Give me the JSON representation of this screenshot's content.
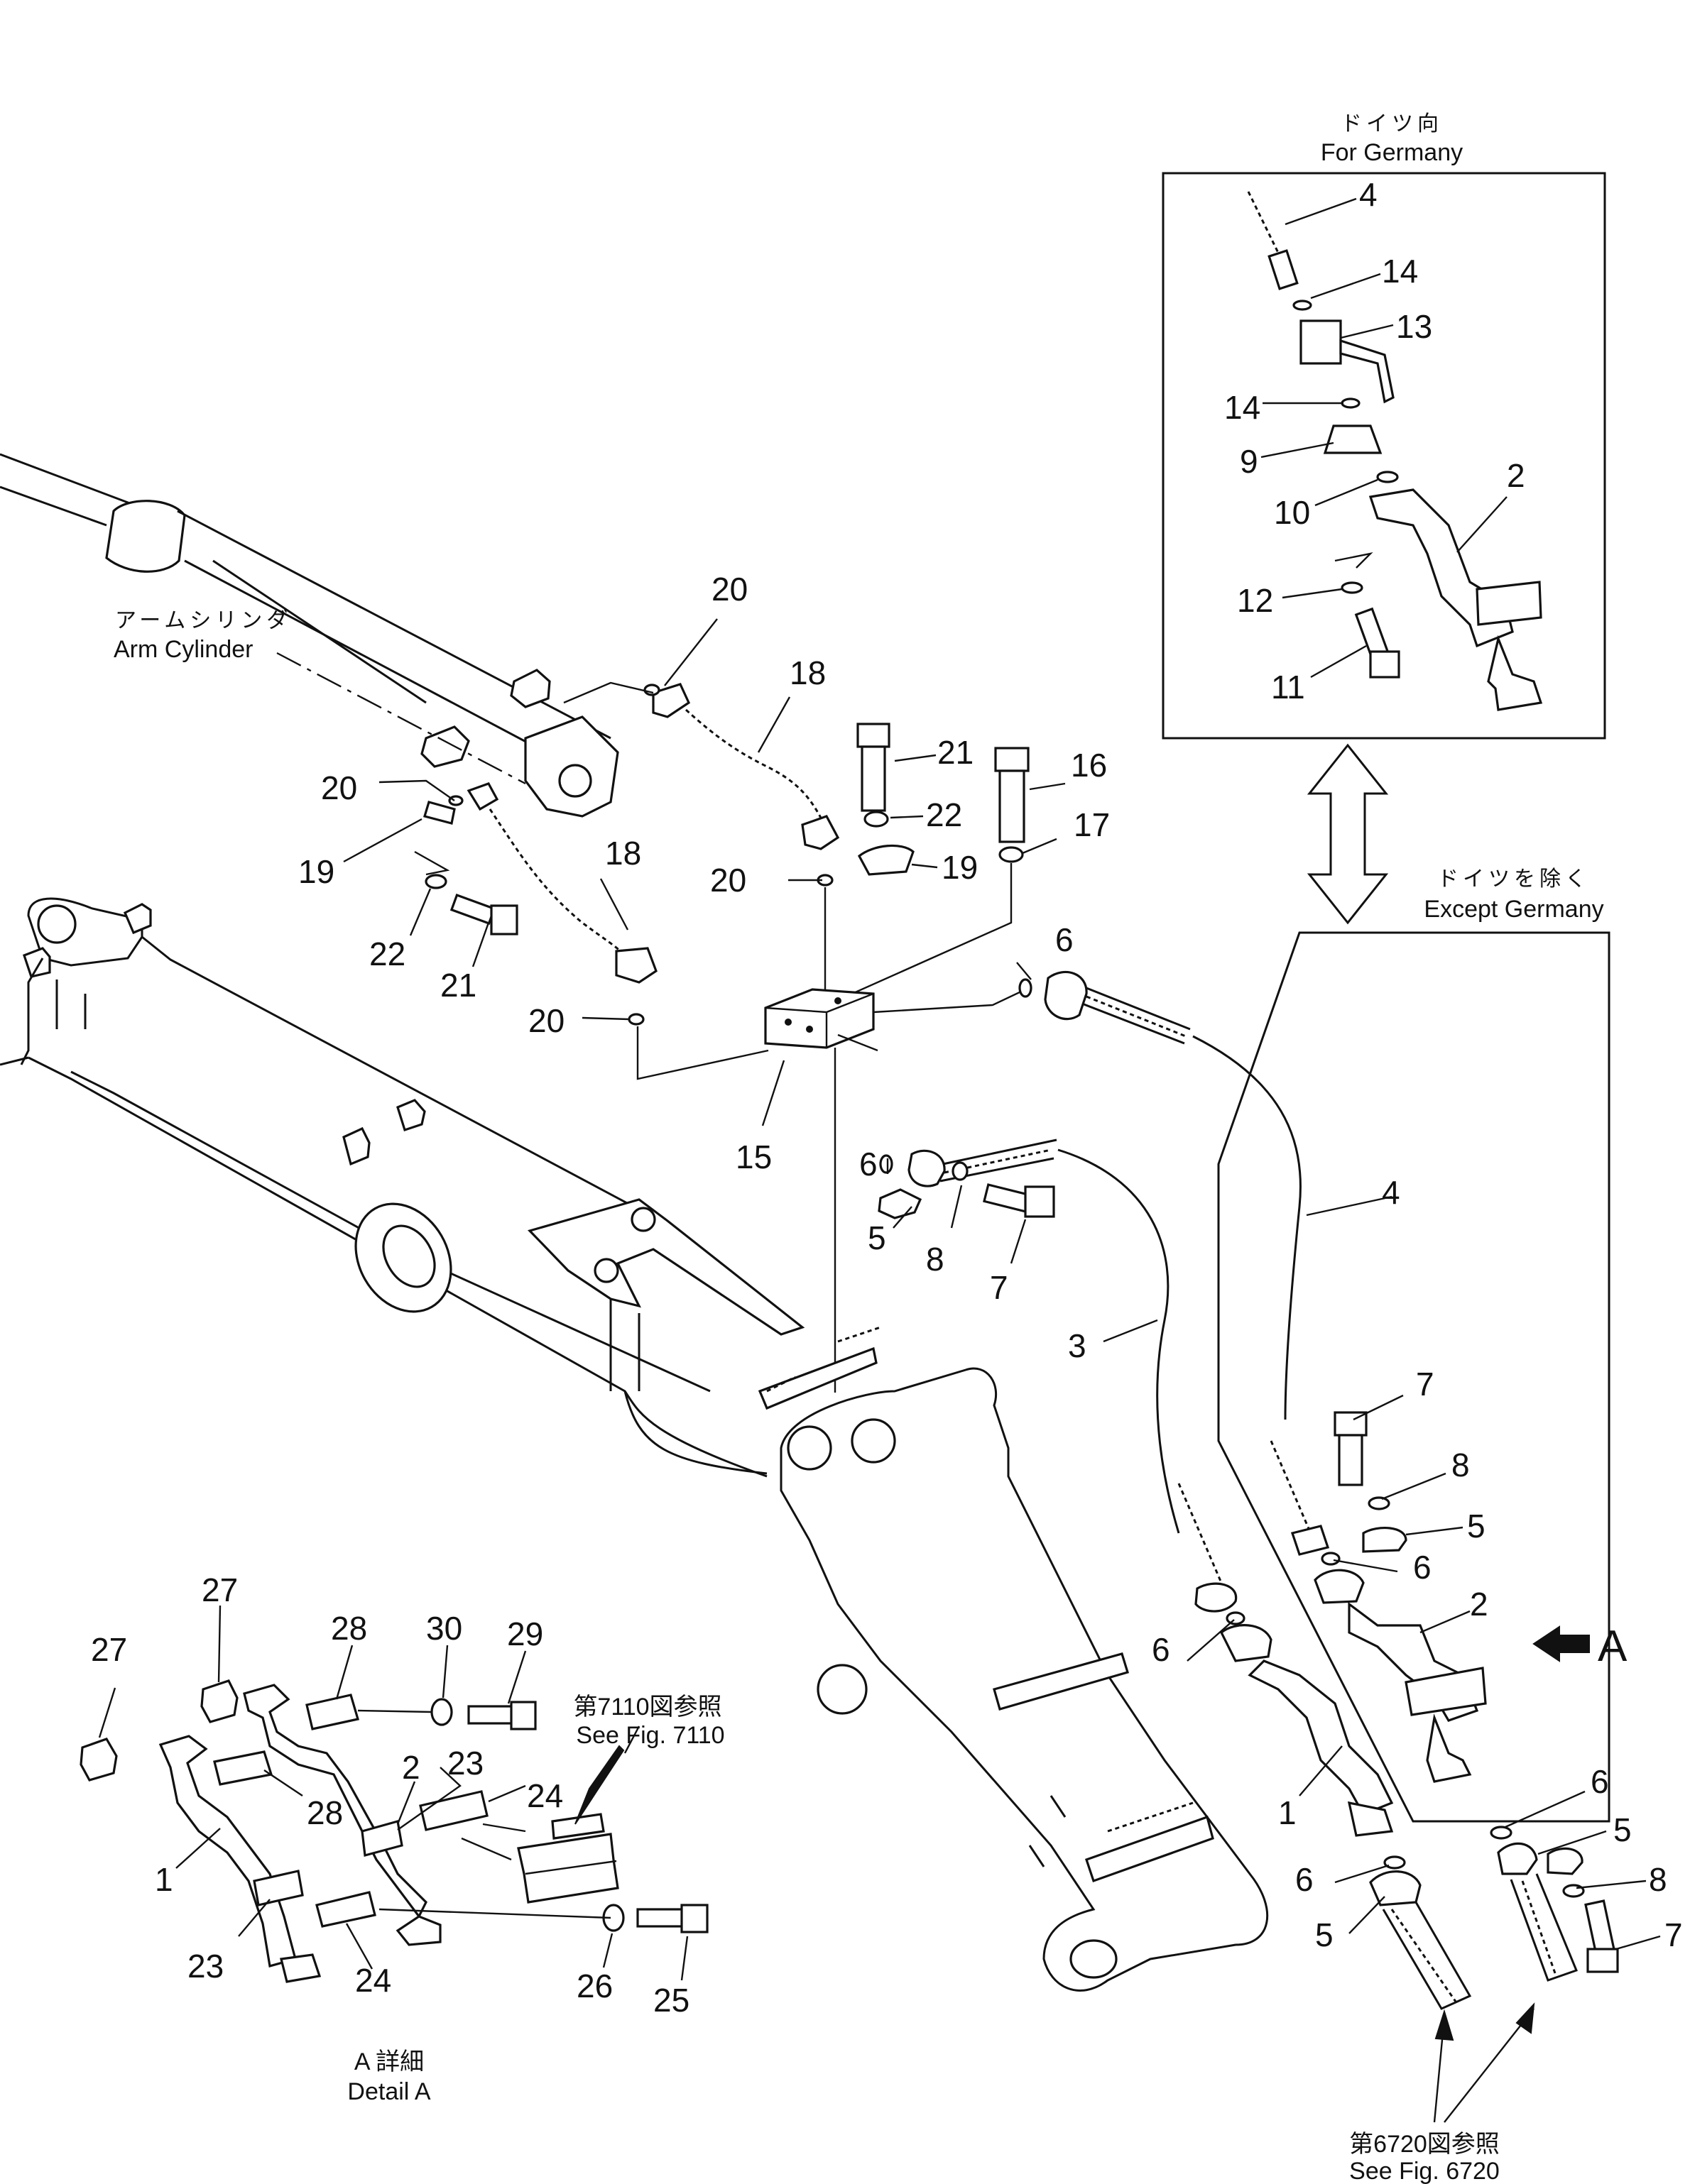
{
  "captions": {
    "germany_jp": "ドイツ向",
    "germany_en": "For Germany",
    "except_jp": "ドイツを除く",
    "except_en": "Except Germany",
    "arm_jp": "アームシリンダ",
    "arm_en": "Arm Cylinder",
    "detail_jp": "A 詳細",
    "detail_en": "Detail A",
    "fig7110_jp": "第7110図参照",
    "fig7110_en": "See Fig. 7110",
    "fig6720_jp": "第6720図参照",
    "fig6720_en": "See Fig. 6720",
    "view_a": "A"
  },
  "callouts": {
    "g4": "4",
    "g14a": "14",
    "g13": "13",
    "g14b": "14",
    "g9": "9",
    "g10": "10",
    "g2": "2",
    "g12": "12",
    "g11": "11",
    "t20a": "20",
    "t18a": "18",
    "t21a": "21",
    "t16": "16",
    "t20b": "20",
    "t22a": "22",
    "t19a": "19",
    "t17": "17",
    "t19b": "19",
    "t18b": "18",
    "t22b": "22",
    "t21b": "21",
    "t20c": "20",
    "t20d": "20",
    "m6a": "6",
    "m15": "15",
    "m6b": "6",
    "m5a": "5",
    "m8a": "8",
    "m7a": "7",
    "m4": "4",
    "m3": "3",
    "r7": "7",
    "r8": "8",
    "r5": "5",
    "r6a": "6",
    "r2": "2",
    "r6b": "6",
    "r1": "1",
    "r6c": "6",
    "r6d": "6",
    "r5b": "5",
    "r5c": "5",
    "r8b": "8",
    "r7b": "7",
    "d27a": "27",
    "d27b": "27",
    "d28a": "28",
    "d30": "30",
    "d29": "29",
    "d28b": "28",
    "d2": "2",
    "d23a": "23",
    "d24a": "24",
    "d1": "1",
    "d23b": "23",
    "d24b": "24",
    "d26": "26",
    "d25": "25"
  }
}
